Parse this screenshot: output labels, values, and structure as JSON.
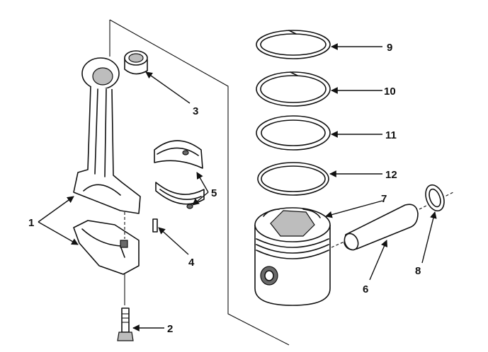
{
  "callouts": {
    "n1": "1",
    "n2": "2",
    "n3": "3",
    "n4": "4",
    "n5": "5",
    "n6": "6",
    "n7": "7",
    "n8": "8",
    "n9": "9",
    "n10": "10",
    "n11": "11",
    "n12": "12"
  },
  "colors": {
    "ink": "#111111",
    "background": "#ffffff",
    "shade": "#bdbdbd"
  }
}
